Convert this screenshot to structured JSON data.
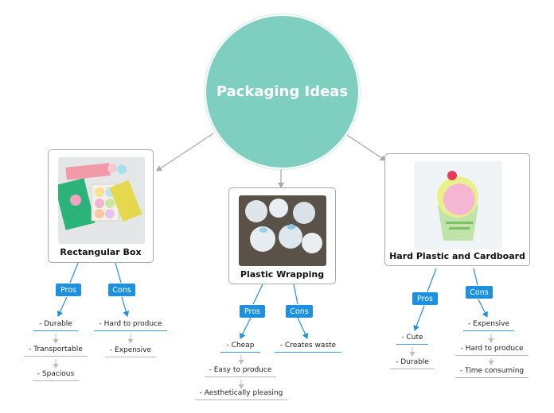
{
  "root": {
    "title": "Packaging Ideas"
  },
  "topics": {
    "rect": {
      "title": "Rectangular Box",
      "image": "rectangular-box-photo"
    },
    "plastic": {
      "title": "Plastic Wrapping",
      "image": "plastic-wrapping-photo"
    },
    "hard": {
      "title": "Hard Plastic and Cardboard",
      "image": "cupcake-box-photo"
    }
  },
  "tags": {
    "pros": "Pros",
    "cons": "Cons"
  },
  "rect_pros": [
    "- Durable",
    "- Transportable",
    "- Spacious"
  ],
  "rect_cons": [
    "- Hard to produce",
    "- Expensive"
  ],
  "plastic_pros": [
    "- Cheap",
    "- Easy to produce",
    "- Aesthetically pleasing"
  ],
  "plastic_cons": [
    "- Creates waste"
  ],
  "hard_pros": [
    "- Cute",
    "- Durable"
  ],
  "hard_cons": [
    "- Expensive",
    "- Hard to produce",
    "- Time consuming"
  ],
  "colors": {
    "root": "#7fcfc0",
    "tag": "#1e90e0",
    "connector": "#a9a9a9",
    "tag_line": "#1e90e0"
  }
}
